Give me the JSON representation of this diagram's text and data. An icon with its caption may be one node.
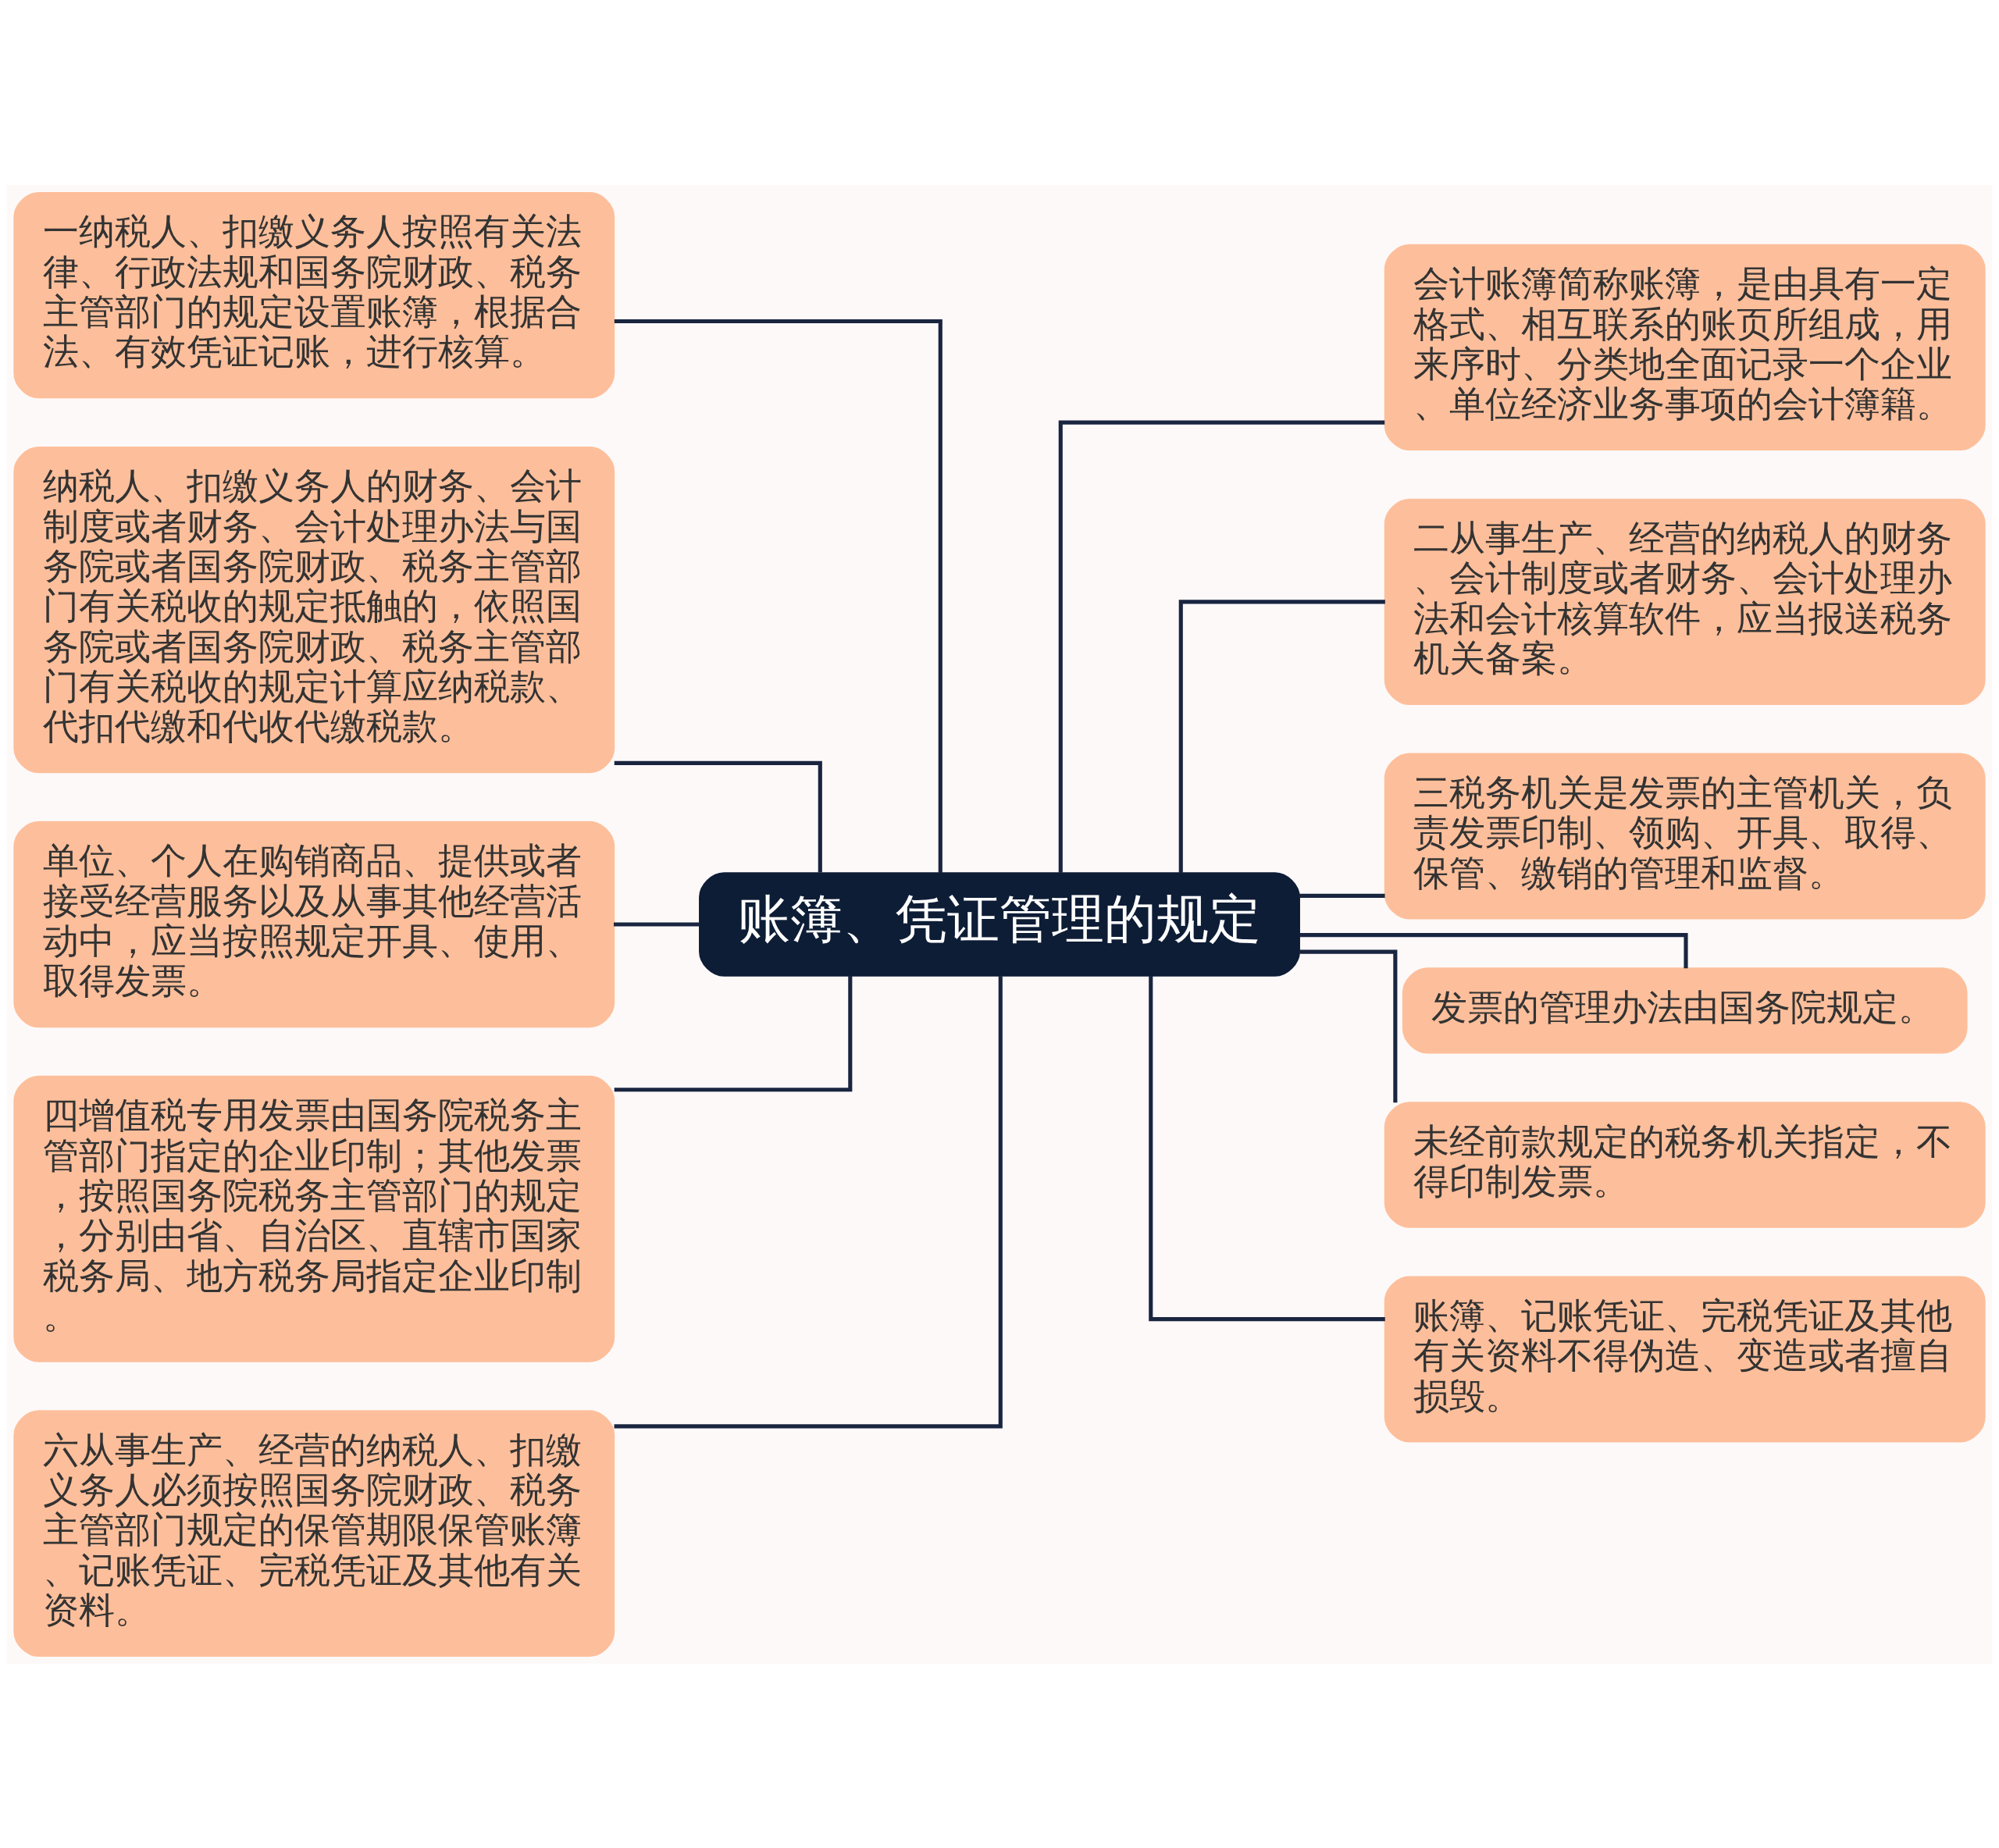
{
  "diagram": {
    "nodes": [
      {
        "text": [
          "账簿、凭证管理的规定"
        ]
      },
      {
        "text": [
          "一纳税人、扣缴义务人按照有关法律、行政法规和国务院财政、税务主管部门的规定设置账簿，根据合法、有效凭证记账，进行核算。"
        ]
      },
      {
        "text": [
          "纳税人、扣缴义务人的财务、会计制度或者财务、会计处理办法与国务院或者国务院财政、税务主管部门有关税收的规定抵触的，依照国务院或者国务院财政、税务主管部门有关税收的规定计算应纳税款、代扣代缴和代收代缴税款。"
        ]
      },
      {
        "text": [
          "单位、个人在购销商品、提供或者接受经营服务以及从事其他经营活动中，应当按照规定开具、使用、取得发票。"
        ]
      },
      {
        "text": [
          "四增值税专用发票由国务院税务主管部门指定的企业印制；其他发票，按照国务院税务主管部门的规定，分别由省、自治区、直辖市国家税务局、地方税务局指定企业印制。"
        ]
      },
      {
        "text": [
          "六从事生产、经营的纳税人、扣缴义务人必须按照国务院财政、税务主管部门规定的保管期限保管账簿、记账凭证、完税凭证及其他有关资料。"
        ]
      },
      {
        "text": [
          "会计账簿简称账簿，是由具有一定格式、相互联系的账页所组成，用来序时、分类地全面记录一个企业、单位经济业务事项的会计簿籍。"
        ]
      },
      {
        "text": [
          "二从事生产、经营的纳税人的财务、会计制度或者财务、会计处理办法和会计核算软件，应当报送税务机关备案。"
        ]
      },
      {
        "text": [
          "三税务机关是发票的主管机关，负责发票印制、领购、开具、取得、保管、缴销的管理和监督。"
        ]
      },
      {
        "text": [
          "发票的管理办法由国务院规定。"
        ]
      },
      {
        "text": [
          "未经前款规定的税务机关指定，不得印制发票。"
        ]
      },
      {
        "text": [
          "账簿、记账凭证、完税凭证及其他有关资料不得伪造、变造或者擅自损毁。"
        ]
      }
    ],
    "edges": [
      {
        "from": 1,
        "to": 0,
        "arrow": "none"
      },
      {
        "from": 2,
        "to": 0,
        "arrow": "none"
      },
      {
        "from": 3,
        "to": 0,
        "arrow": "none"
      },
      {
        "from": 4,
        "to": 0,
        "arrow": "none"
      },
      {
        "from": 5,
        "to": 0,
        "arrow": "none"
      },
      {
        "from": 0,
        "to": 6,
        "arrow": "none"
      },
      {
        "from": 0,
        "to": 7,
        "arrow": "none"
      },
      {
        "from": 0,
        "to": 8,
        "arrow": "none"
      },
      {
        "from": 0,
        "to": 9,
        "arrow": "none"
      },
      {
        "from": 0,
        "to": 10,
        "arrow": "none"
      },
      {
        "from": 0,
        "to": 11,
        "arrow": "none"
      }
    ]
  }
}
